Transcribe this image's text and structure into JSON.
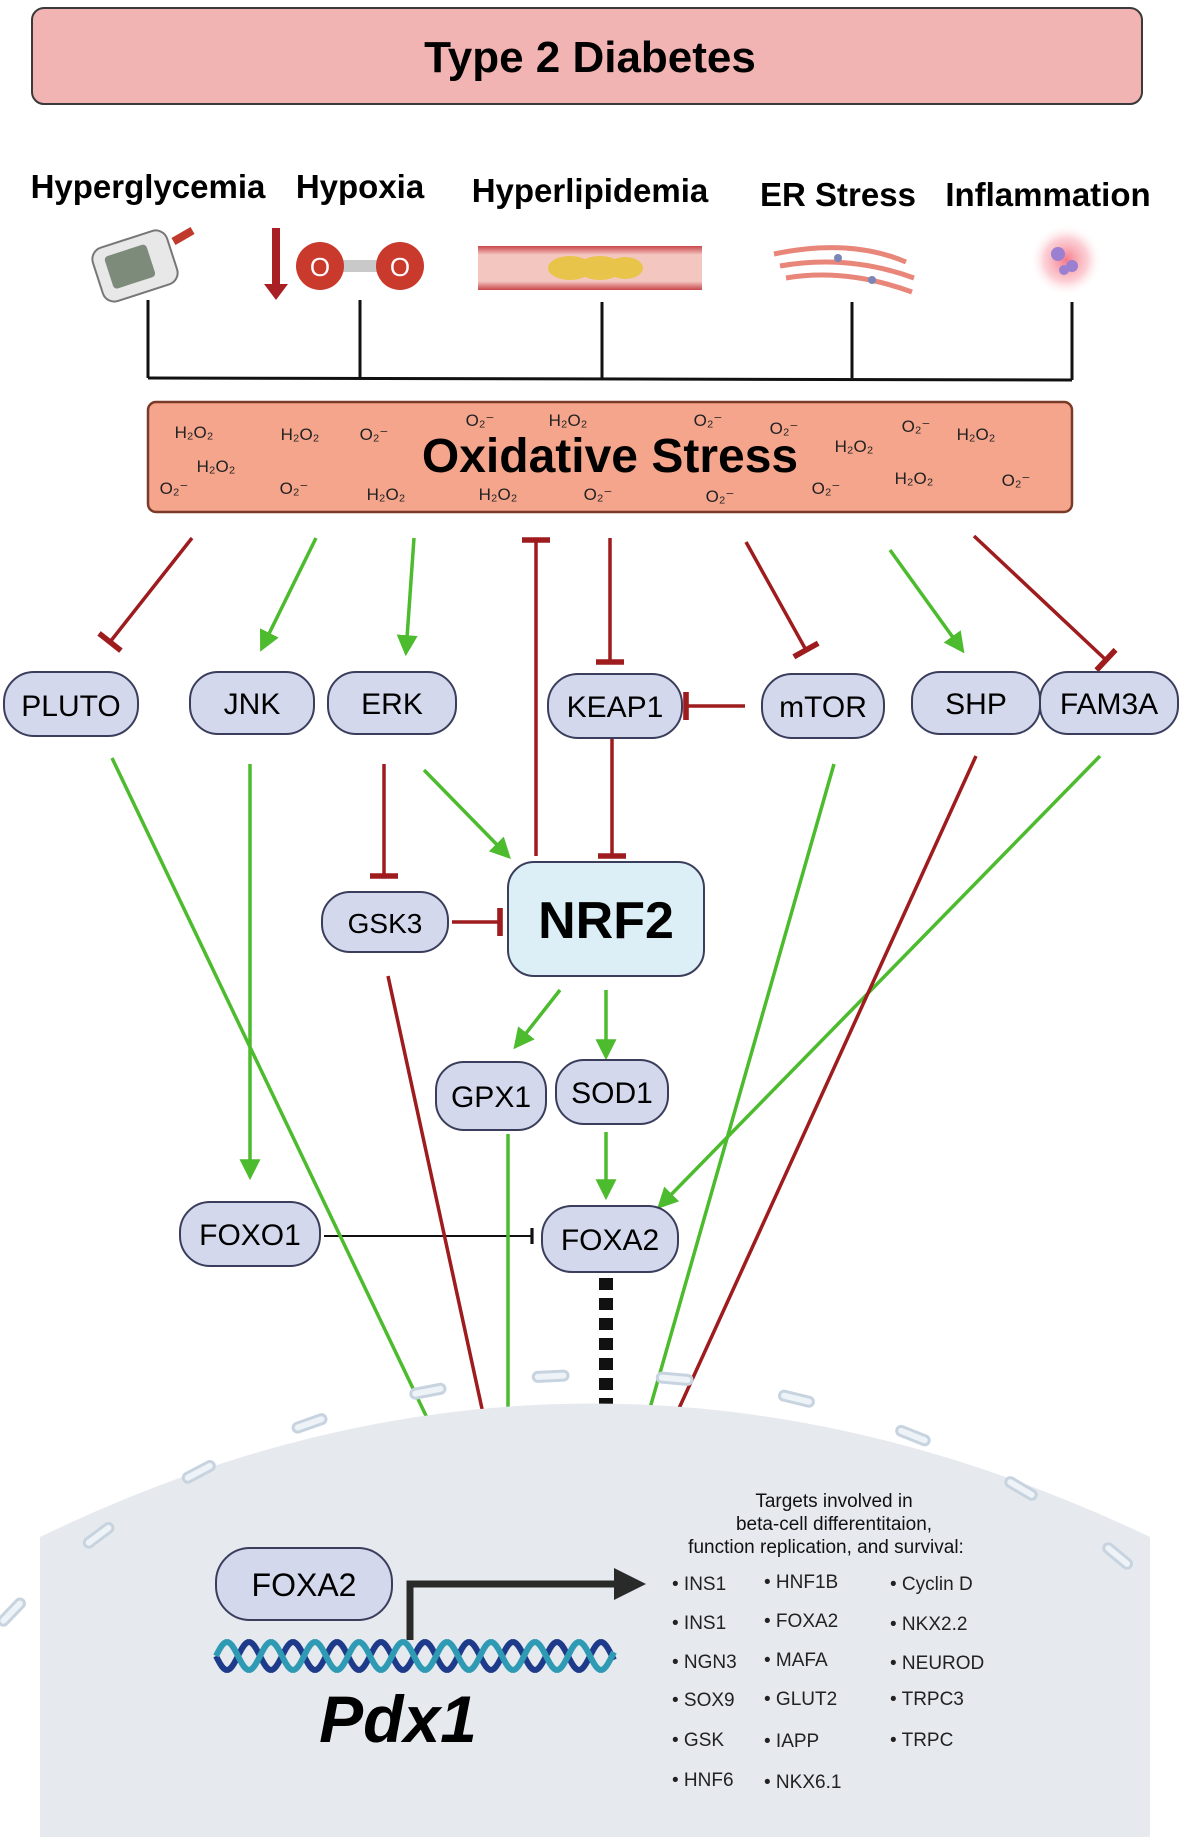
{
  "title": "Type 2 Diabetes",
  "stressors": [
    {
      "label": "Hyperglycemia",
      "icon": "glucose-meter-icon"
    },
    {
      "label": "Hypoxia",
      "icon": "oxygen-molecule-icon"
    },
    {
      "label": "Hyperlipidemia",
      "icon": "blood-vessel-lipid-icon"
    },
    {
      "label": "ER Stress",
      "icon": "endoplasmic-reticulum-icon"
    },
    {
      "label": "Inflammation",
      "icon": "inflammation-cells-icon"
    }
  ],
  "oxidative_stress": {
    "label": "Oxidative Stress",
    "species": [
      "H₂O₂",
      "O₂⁻"
    ]
  },
  "nodes": {
    "pluto": "PLUTO",
    "jnk": "JNK",
    "erk": "ERK",
    "keap1": "KEAP1",
    "mtor": "mTOR",
    "shp": "SHP",
    "fam3a": "FAM3A",
    "gsk3": "GSK3",
    "nrf2": "NRF2",
    "gpx1": "GPX1",
    "sod1": "SOD1",
    "foxo1": "FOXO1",
    "foxa2": "FOXA2",
    "foxa2_nucleus": "FOXA2"
  },
  "gene": "Pdx1",
  "targets": {
    "heading_1": "Targets involved in",
    "heading_2": "beta-cell differentitaion,",
    "heading_3": "function replication, and survival:",
    "col1": [
      "INS1",
      "INS1",
      "NGN3",
      "SOX9",
      "GSK",
      "HNF6"
    ],
    "col2": [
      "HNF1B",
      "FOXA2",
      "MAFA",
      "GLUT2",
      "IAPP",
      "NKX6.1"
    ],
    "col3": [
      "Cyclin D",
      "NKX2.2",
      "NEUROD",
      "TRPC3",
      "TRPC"
    ]
  },
  "colors": {
    "activation": "#4dbb2e",
    "inhibition": "#9e1b1e",
    "node_fill": "#d4d8ec",
    "nrf2_fill": "#dceff6",
    "title_fill": "#f2b3b3",
    "stress_fill": "#f5a58c"
  }
}
